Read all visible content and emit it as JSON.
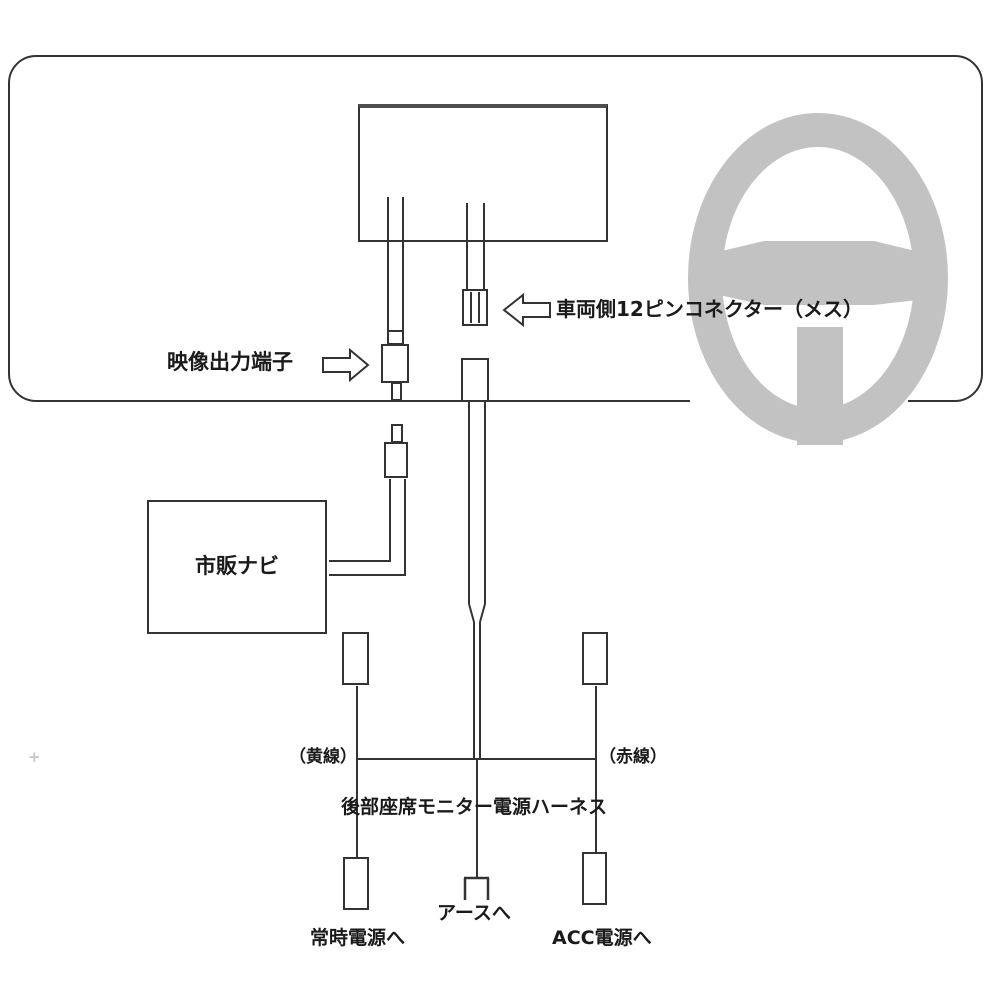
{
  "diagram": {
    "labels": {
      "video_output": "映像出力端子",
      "vehicle_connector": "車両側12ピンコネクター（メス）",
      "navi": "市販ナビ",
      "yellow_wire": "（黄線）",
      "red_wire": "（赤線）",
      "harness": "後部座席モニター電源ハーネス",
      "constant_power": "常時電源へ",
      "ground": "アースへ",
      "acc_power": "ACC電源へ",
      "stray_mark": "+"
    },
    "colors": {
      "line": "#333333",
      "wheel_gray": "#c2c2c2",
      "monitor_top_edge": "#4f4f4f",
      "text": "#1a1a1a",
      "background": "#ffffff"
    }
  }
}
